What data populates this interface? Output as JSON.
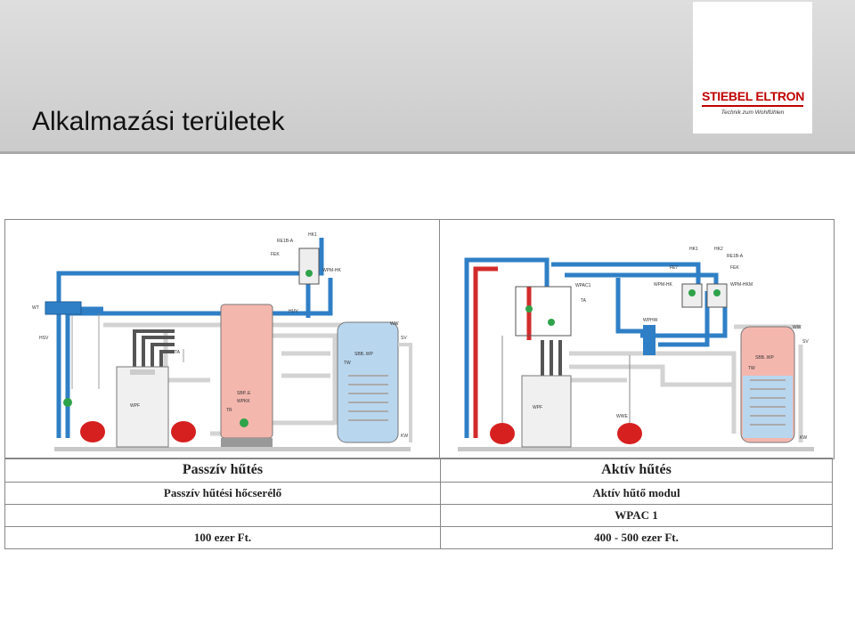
{
  "slide": {
    "title": "Alkalmazási területek"
  },
  "logo": {
    "name": "STIEBEL ELTRON",
    "slogan": "Technik zum Wohlfühlen"
  },
  "colors": {
    "cold_pipe": "#2f7fc6",
    "hot_pipe": "#d22b2b",
    "return_pipe": "#d3d3d3",
    "dark_pipe": "#555555",
    "expansion_vessel": "#d62020",
    "pump": "#2fa34a",
    "tank_warm": "#f4b7ae",
    "tank_cold": "#b9d6ef"
  },
  "diagram_left": {
    "labels": {
      "re1b": "RE1B-A",
      "hk1": "HK1",
      "fek": "FEK",
      "wpm": "WPM-HK",
      "wt": "WT",
      "hsv": "HSV",
      "huv": "HUV",
      "ww": "WW",
      "sv": "SV",
      "kw": "KW",
      "sbb": "SBB..WP",
      "sbp": "SBP..E",
      "wpf": "WPF",
      "wpkk": "WPKK",
      "ta": "TA",
      "tw": "TW",
      "tr": "TR"
    }
  },
  "diagram_right": {
    "labels": {
      "hk1": "HK1",
      "hk2": "HK2",
      "re1b": "RE1B-A",
      "fe7": "FE7",
      "fek": "FEK",
      "wpm_hk": "WPM-HK",
      "wpm_hkm": "WPM-HKM",
      "wpac": "WPAC1",
      "ta": "TA",
      "wphw": "WPHW",
      "ww": "WW",
      "sv": "SV",
      "kw": "KW",
      "sbb": "SBB..WP",
      "wpf": "WPF",
      "tw": "TW",
      "wwe": "WWE"
    }
  },
  "table": {
    "rows": [
      [
        "Passzív hűtés",
        "Aktív hűtés"
      ],
      [
        "Passzív hűtési hőcserélő",
        "Aktív hűtő modul"
      ],
      [
        "",
        "WPAC 1"
      ],
      [
        "100 ezer Ft.",
        "400 - 500 ezer Ft."
      ]
    ]
  }
}
